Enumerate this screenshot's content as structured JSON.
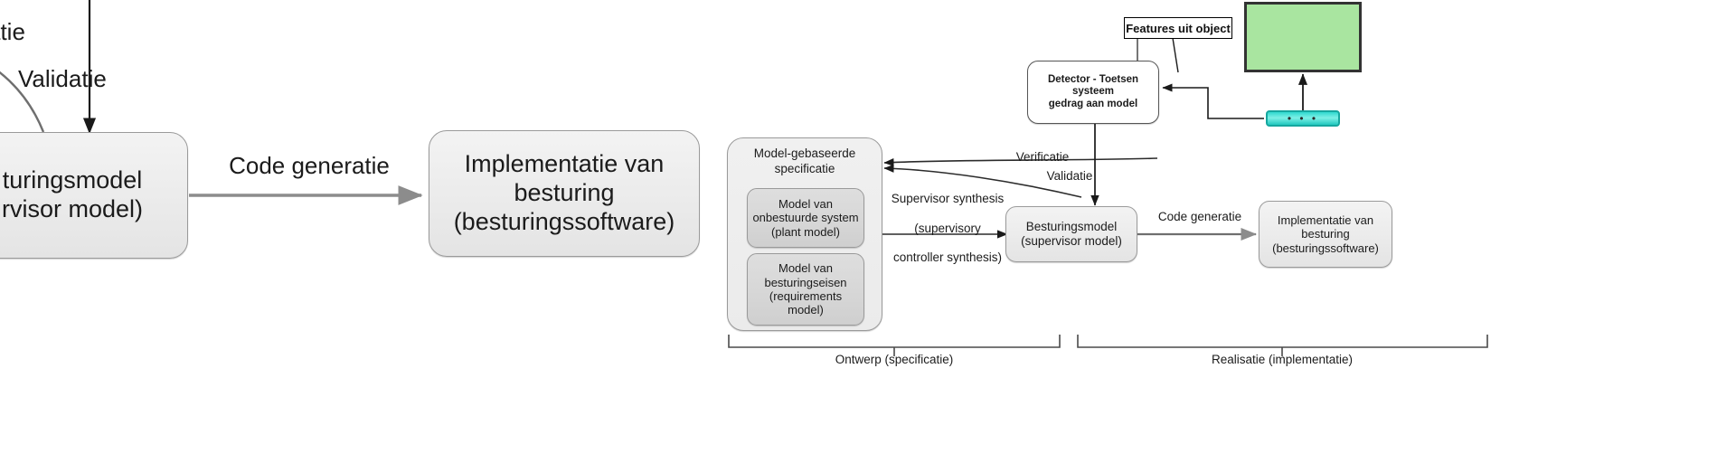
{
  "diagram": {
    "title": "Model-based engineering workflow (Dutch)",
    "zoom_panel": {
      "labels": {
        "verificatie_partial": "atie",
        "validatie": "Validatie",
        "code_generatie": "Code generatie"
      },
      "boxes": [
        {
          "name": "besturingsmodel",
          "line1": "turingsmodel",
          "line2": "rvisor model)"
        },
        {
          "name": "implementatie",
          "line1": "Implementatie van",
          "line2": "besturing",
          "line3": "(besturingssoftware)"
        }
      ]
    },
    "full_panel": {
      "spec_box": {
        "title_line1": "Model-gebaseerde",
        "title_line2": "specificatie",
        "children": [
          {
            "name": "plant-model",
            "line1": "Model van",
            "line2": "onbestuurde system",
            "line3": "(plant model)"
          },
          {
            "name": "requirements-model",
            "line1": "Model van",
            "line2": "besturingseisen",
            "line3": "(requirements",
            "line4": "model)"
          }
        ]
      },
      "detector_box": {
        "line1": "Detector - Toetsen systeem",
        "line2": "gedrag aan model"
      },
      "callout": "Features uit object",
      "besturingsmodel_box": {
        "line1": "Besturingsmodel",
        "line2": "(supervisor model)"
      },
      "implementatie_box": {
        "line1": "Implementatie van",
        "line2": "besturing",
        "line3": "(besturingssoftware)"
      },
      "edge_labels": {
        "supervisor_synthesis_l1": "Supervisor synthesis",
        "supervisor_synthesis_l2": "(supervisory",
        "supervisor_synthesis_l3": "controller synthesis)",
        "verificatie": "Verificatie",
        "validatie": "Validatie",
        "code_generatie": "Code generatie"
      },
      "brackets": {
        "left": "Ontwerp (specificatie)",
        "right": "Realisatie (implementatie)"
      },
      "device_dots": "• • •"
    },
    "colors": {
      "box_fill": "#ebebeb",
      "inner_fill": "#d6d6d6",
      "box_stroke": "#9a9a9a",
      "green_panel": "#a9e5a0",
      "device_cyan": "#2fd9cf",
      "arrow_dark": "#1a1a1a",
      "arrow_grey": "#8c8c8c"
    }
  }
}
